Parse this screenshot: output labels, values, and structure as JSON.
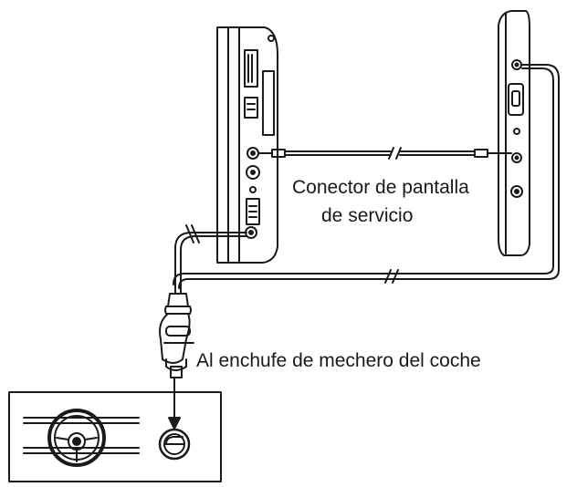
{
  "labels": {
    "screen_connector_line1": "Conector de pantalla",
    "screen_connector_line2": "de servicio",
    "car_lighter": "Al enchufe de mechero del coche"
  },
  "colors": {
    "line": "#1a1a1a",
    "background": "#ffffff"
  }
}
